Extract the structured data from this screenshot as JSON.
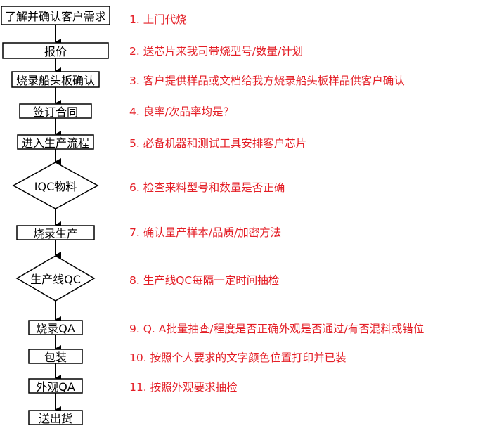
{
  "colors": {
    "box_border": "#000000",
    "arrow": "#000000",
    "note_text": "#e41e26",
    "box_text": "#000000"
  },
  "flow": {
    "steps": [
      {
        "label": "了解并确认客户需求",
        "shape": "rect"
      },
      {
        "label": "报价",
        "shape": "rect"
      },
      {
        "label": "烧录船头板确认",
        "shape": "rect"
      },
      {
        "label": "签订合同",
        "shape": "rect"
      },
      {
        "label": "进入生产流程",
        "shape": "rect"
      },
      {
        "label": "IQC物料",
        "shape": "diamond"
      },
      {
        "label": "烧录生产",
        "shape": "rect"
      },
      {
        "label": "生产线QC",
        "shape": "diamond"
      },
      {
        "label": "烧录QA",
        "shape": "rect"
      },
      {
        "label": "包装",
        "shape": "rect"
      },
      {
        "label": "外观QA",
        "shape": "rect"
      },
      {
        "label": "送出货",
        "shape": "rect"
      }
    ],
    "notes": [
      "1. 上门代烧",
      "2. 送芯片来我司带烧型号/数量/计划",
      "3. 客户提供样品或文档给我方烧录船头板样品供客户确认",
      "4. 良率/次品率均是？",
      "5. 必备机器和测试工具安排客户芯片",
      "6. 检查来料型号和数量是否正确",
      "7. 确认量产样本/品质/加密方法",
      "8. 生产线QC每隔一定时间抽检",
      "9. Q. A批量抽查/程度是否正确外观是否通过/有否混料或错位",
      "10. 按照个人要求的文字颜色位置打印并已装",
      "11. 按照外观要求抽检"
    ]
  }
}
